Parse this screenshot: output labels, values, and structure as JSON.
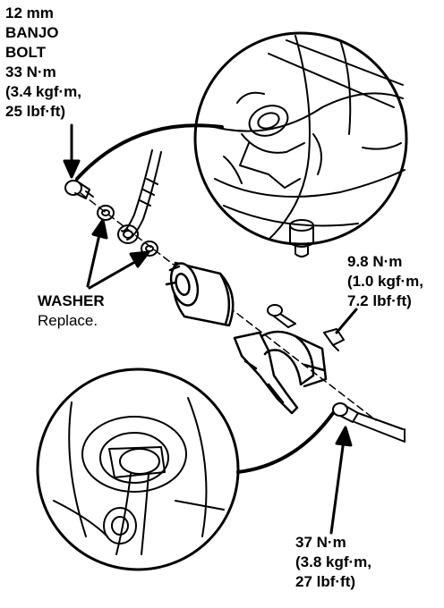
{
  "labels": {
    "banjo_bolt": {
      "line1": "12 mm",
      "line2": "BANJO",
      "line3": "BOLT",
      "line4": "33 N·m",
      "line5": "(3.4 kgf·m,",
      "line6": "25 lbf·ft)"
    },
    "washer": {
      "title": "WASHER",
      "note": "Replace."
    },
    "mount_bolt_torque": {
      "line1": "9.8 N·m",
      "line2": "(1.0 kgf·m,",
      "line3": "7.2 lbf·ft)"
    },
    "nut_torque": {
      "line1": "37 N·m",
      "line2": "(3.8 kgf·m,",
      "line3": "27 lbf·ft)"
    }
  },
  "colors": {
    "ink": "#000000",
    "paper": "#ffffff"
  }
}
